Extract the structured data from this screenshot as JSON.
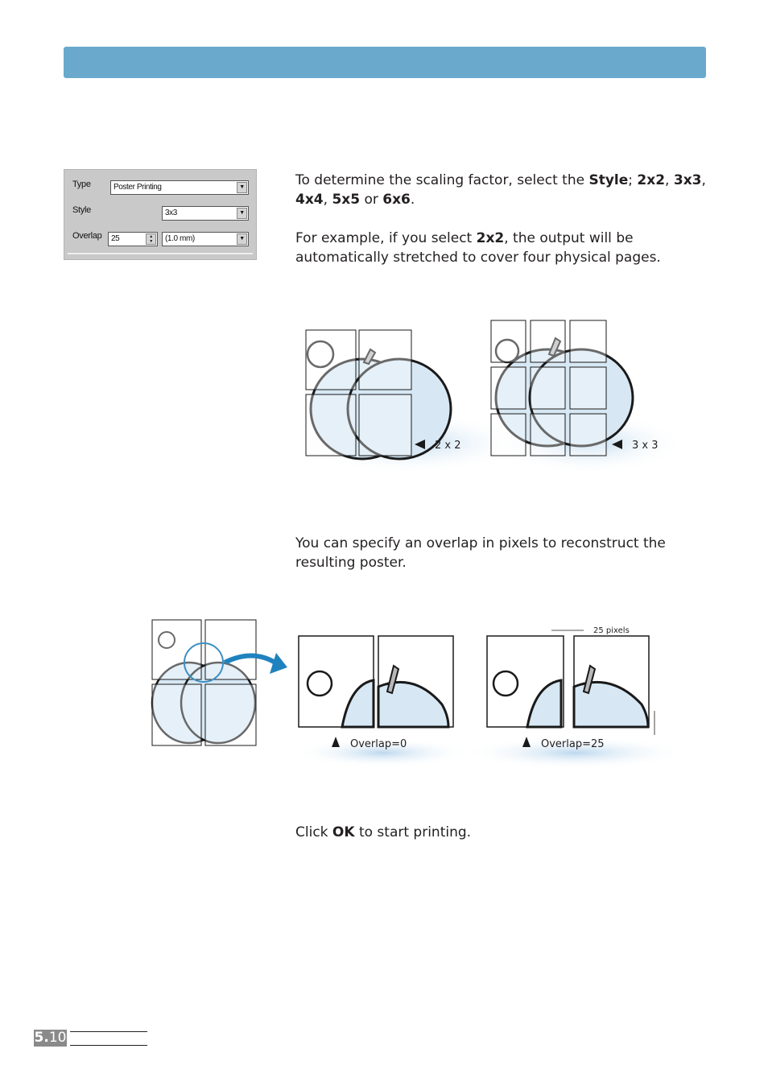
{
  "dialog": {
    "type_label": "Type",
    "type_value": "Poster Printing",
    "style_label": "Style",
    "style_value": "3x3",
    "overlap_label": "Overlap",
    "overlap_value": "25",
    "overlap_unit": "(1.0 mm)"
  },
  "text": {
    "p1_a": "To determine the scaling factor, select the ",
    "p1_style": "Style",
    "p1_b": "; ",
    "p1_2x2": "2x2",
    "p1_c": ", ",
    "p1_3x3": "3x3",
    "p1_d": ",",
    "p1_4x4": "4x4",
    "p1_e": ", ",
    "p1_5x5": "5x5",
    "p1_f": " or ",
    "p1_6x6": "6x6",
    "p1_g": ".",
    "p2_a": "For example, if you select ",
    "p2_2x2": "2x2",
    "p2_b": ", the output will be",
    "p2_line2": "automatically stretched to cover four physical pages.",
    "p3_line1": "You can specify an overlap in pixels to reconstruct the",
    "p3_line2": "resulting poster.",
    "p4_a": "Click ",
    "p4_ok": "OK",
    "p4_b": " to start printing."
  },
  "captions": {
    "grid2": "2 x 2",
    "grid3": "3 x 3",
    "overlap0": "Overlap=0",
    "overlap25": "Overlap=25",
    "pixels": "25 pixels"
  },
  "footer": {
    "chapter": "5.",
    "page": "10"
  },
  "colors": {
    "header": "#6aa9cc",
    "apple_fill": "#d7e8f4",
    "apple_shadow": "#c3dcee"
  }
}
